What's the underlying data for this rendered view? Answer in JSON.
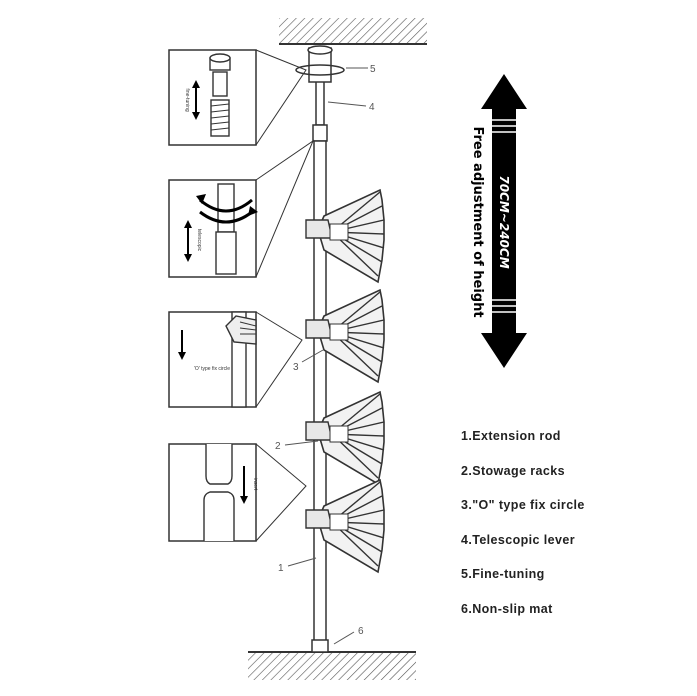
{
  "callouts": {
    "n1": "1",
    "n2": "2",
    "n3": "3",
    "n4": "4",
    "n5": "5",
    "n6": "6"
  },
  "height_arrow": {
    "caption": "Free adjustment of height",
    "range": "70CM~240CM"
  },
  "insets": {
    "fine_tuning_label": "fine-tuning",
    "telescopic_label": "telescopic",
    "o_ring_label": "'O' type fix circle",
    "insert_label": "insert"
  },
  "legend": [
    "1.Extension rod",
    "2.Stowage racks",
    "3.\"O\" type fix circle",
    "4.Telescopic lever",
    "5.Fine-tuning",
    "6.Non-slip mat"
  ]
}
